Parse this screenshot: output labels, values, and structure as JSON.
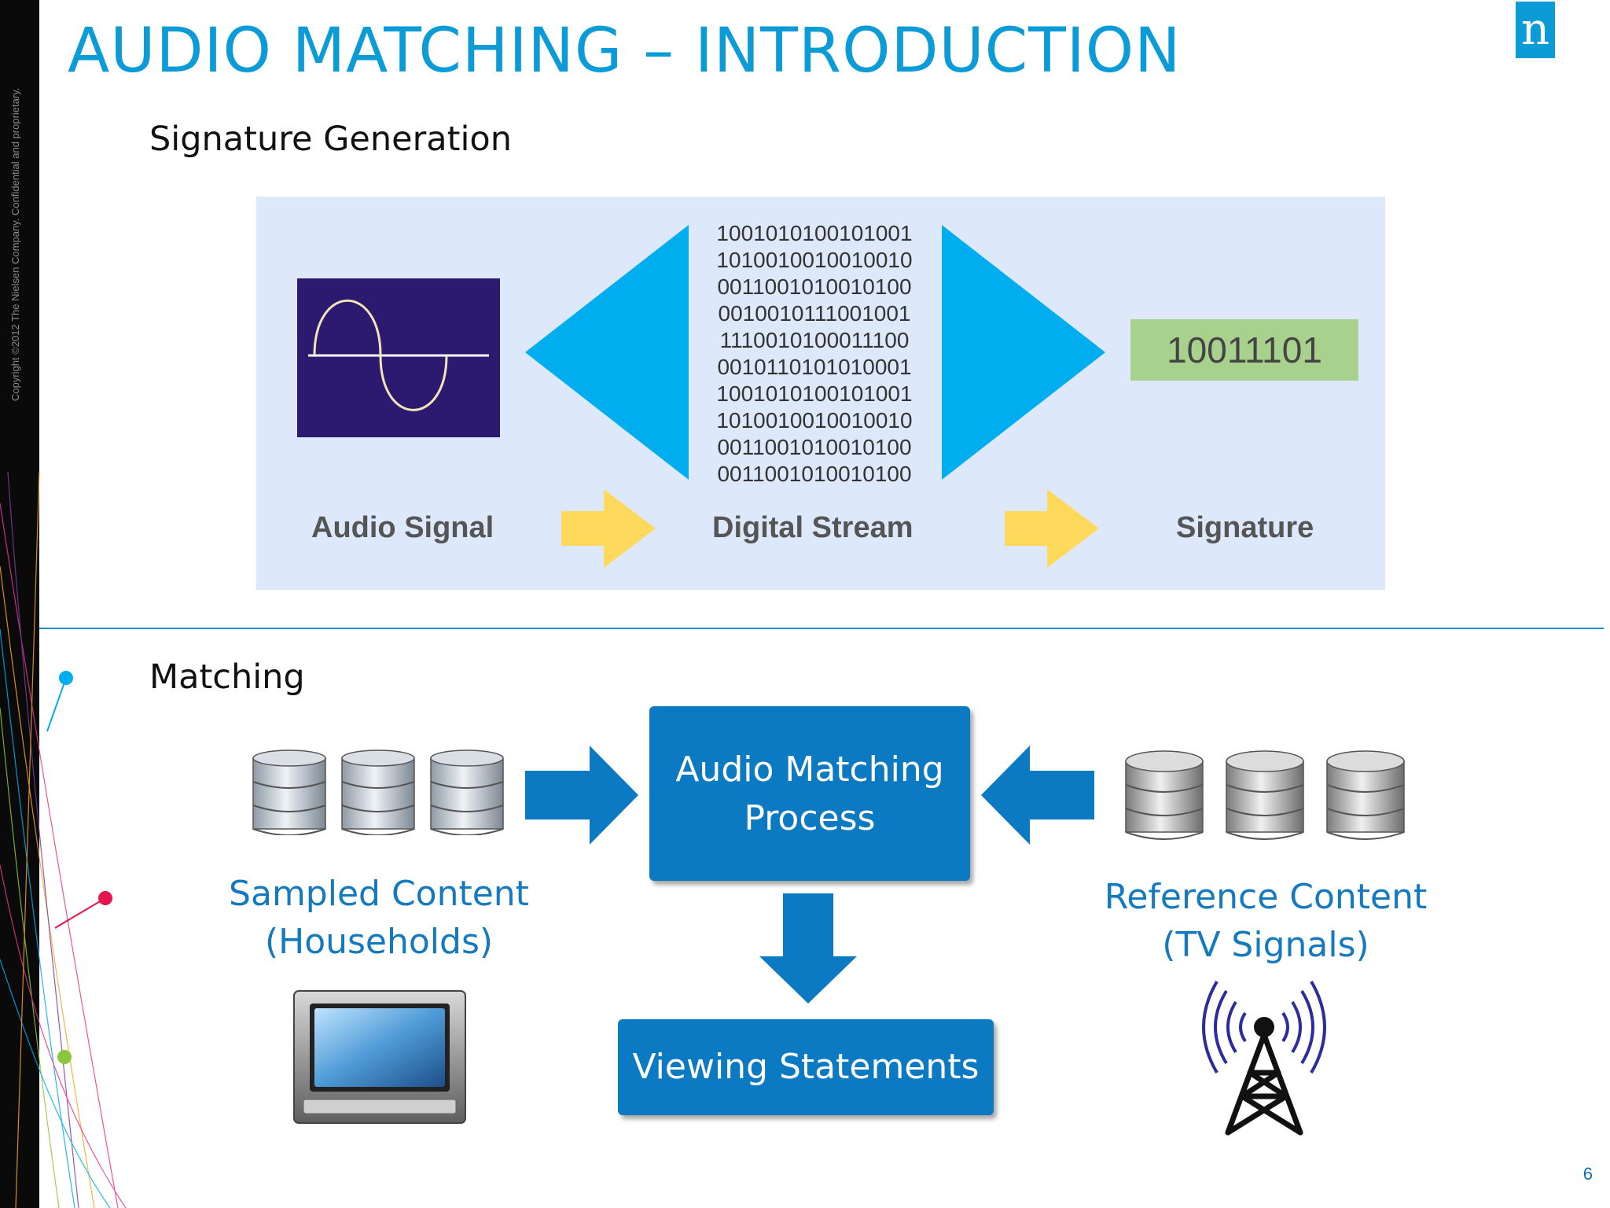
{
  "slide": {
    "title": "AUDIO MATCHING – INTRODUCTION",
    "copyright": "Copyright ©2012 The Nielsen Company. Confidential and proprietary.",
    "logo_letter": "n",
    "page_number": "6"
  },
  "signature_generation": {
    "heading": "Signature Generation",
    "binary_lines": [
      "1001010100101001",
      "1010010010010010",
      "0011001010010100",
      "0010010111001001",
      "1110010100011100",
      "0010110101010001",
      "1001010100101001",
      "1010010010010010",
      "0011001010010100",
      "0011001010010100"
    ],
    "signature_value": "10011101",
    "labels": {
      "audio_signal": "Audio Signal",
      "digital_stream": "Digital Stream",
      "signature": "Signature"
    }
  },
  "matching": {
    "heading": "Matching",
    "process_lines": [
      "Audio Matching",
      "Process"
    ],
    "output": "Viewing Statements",
    "sampled_lines": [
      "Sampled Content",
      "(Households)"
    ],
    "reference_lines": [
      "Reference Content",
      "(TV Signals)"
    ]
  },
  "colors": {
    "title_blue": "#0b9bd6",
    "cyan_shape": "#00adef",
    "yellow_arrow": "#ffd95c",
    "signature_green": "#a9d18e",
    "process_blue": "#0c79c3",
    "caption_blue": "#1479bf"
  },
  "icons": [
    "sine-wave-icon",
    "database-icon",
    "tv-icon",
    "broadcast-tower-icon",
    "arrow-right-icon",
    "arrow-left-icon",
    "arrow-down-icon"
  ]
}
